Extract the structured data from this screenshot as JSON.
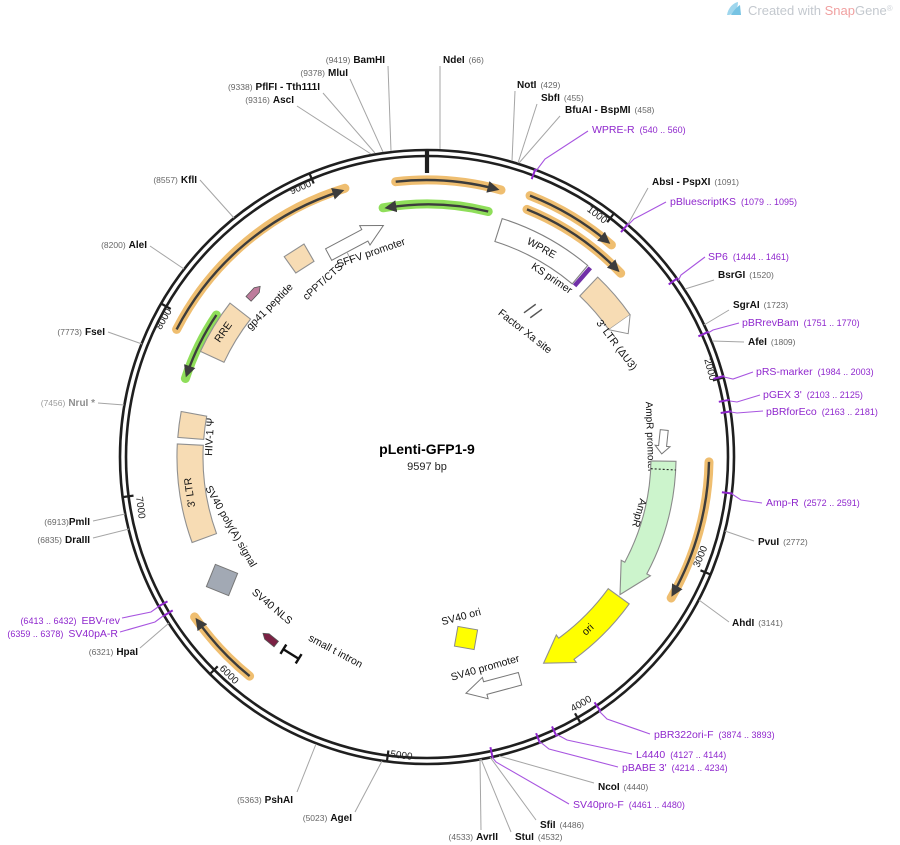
{
  "watermark": {
    "prefix": "Created with ",
    "snap": "Snap",
    "gene": "Gene",
    "registered": "®"
  },
  "plasmid": {
    "name": "pLenti-GFP1-9",
    "size": "9597 bp"
  },
  "ticks": [
    "1000",
    "2000",
    "3000",
    "4000",
    "5000",
    "6000",
    "7000",
    "8000",
    "9000"
  ],
  "colors": {
    "primer_purple": "#8f27cd",
    "feature_peach": "#f7dcb4",
    "ampr_green": "#ccf4cc",
    "ori_yellow": "#ffff00",
    "arrow_tan": "#efbe70",
    "arrow_green": "#8fde5a"
  },
  "enzymes": [
    {
      "name": "BamHI",
      "pos": "(9419)"
    },
    {
      "name": "MluI",
      "pos": "(9378)"
    },
    {
      "name": "PflFI - Tth111I",
      "pos": "(9338)"
    },
    {
      "name": "AscI",
      "pos": "(9316)"
    },
    {
      "name": "NdeI",
      "pos": "(66)"
    },
    {
      "name": "NotI",
      "pos": "(429)"
    },
    {
      "name": "SbfI",
      "pos": "(455)"
    },
    {
      "name": "BfuAI - BspMI",
      "pos": "(458)"
    },
    {
      "name": "AbsI - PspXI",
      "pos": "(1091)"
    },
    {
      "name": "BsrGI",
      "pos": "(1520)"
    },
    {
      "name": "SgrAI",
      "pos": "(1723)"
    },
    {
      "name": "AfeI",
      "pos": "(1809)"
    },
    {
      "name": "PvuI",
      "pos": "(2772)"
    },
    {
      "name": "AhdI",
      "pos": "(3141)"
    },
    {
      "name": "NcoI",
      "pos": "(4440)"
    },
    {
      "name": "SfiI",
      "pos": "(4486)"
    },
    {
      "name": "StuI",
      "pos": "(4532)"
    },
    {
      "name": "AvrII",
      "pos": "(4533)"
    },
    {
      "name": "AgeI",
      "pos": "(5023)"
    },
    {
      "name": "PshAI",
      "pos": "(5363)"
    },
    {
      "name": "HpaI",
      "pos": "(6321)"
    },
    {
      "name": "DraIII",
      "pos": "(6835)"
    },
    {
      "name": "PmlI",
      "pos": "(6913)"
    },
    {
      "name": "NruI *",
      "pos": "(7456)"
    },
    {
      "name": "FseI",
      "pos": "(7773)"
    },
    {
      "name": "AleI",
      "pos": "(8200)"
    },
    {
      "name": "KflI",
      "pos": "(8557)"
    }
  ],
  "primers": [
    {
      "name": "WPRE-R",
      "range": "(540 .. 560)"
    },
    {
      "name": "pBluescriptKS",
      "range": "(1079 .. 1095)"
    },
    {
      "name": "SP6",
      "range": "(1444 .. 1461)"
    },
    {
      "name": "pBRrevBam",
      "range": "(1751 .. 1770)"
    },
    {
      "name": "pRS-marker",
      "range": "(1984 .. 2003)"
    },
    {
      "name": "pGEX 3'",
      "range": "(2103 .. 2125)"
    },
    {
      "name": "pBRforEco",
      "range": "(2163 .. 2181)"
    },
    {
      "name": "Amp-R",
      "range": "(2572 .. 2591)"
    },
    {
      "name": "pBR322ori-F",
      "range": "(3874 .. 3893)"
    },
    {
      "name": "L4440",
      "range": "(4127 .. 4144)"
    },
    {
      "name": "pBABE 3'",
      "range": "(4214 .. 4234)"
    },
    {
      "name": "SV40pro-F",
      "range": "(4461 .. 4480)"
    },
    {
      "name": "EBV-rev",
      "range": "(6413 .. 6432)"
    },
    {
      "name": "SV40pA-R",
      "range": "(6359 .. 6378)"
    }
  ],
  "features": [
    {
      "label": "WPRE"
    },
    {
      "label": "KS primer"
    },
    {
      "label": "3' LTR (ΔU3)"
    },
    {
      "label": "Factor Xa site"
    },
    {
      "label": "AmpR promoter"
    },
    {
      "label": "AmpR"
    },
    {
      "label": "ori"
    },
    {
      "label": "SV40 ori"
    },
    {
      "label": "SV40 promoter"
    },
    {
      "label": "small t intron"
    },
    {
      "label": "SV40 NLS"
    },
    {
      "label": "SV40 poly(A) signal"
    },
    {
      "label": "3' LTR"
    },
    {
      "label": "HIV-1 Ψ"
    },
    {
      "label": "RRE"
    },
    {
      "label": "gp41 peptide"
    },
    {
      "label": "cPPT/CTS"
    },
    {
      "label": "SFFV promoter"
    }
  ]
}
